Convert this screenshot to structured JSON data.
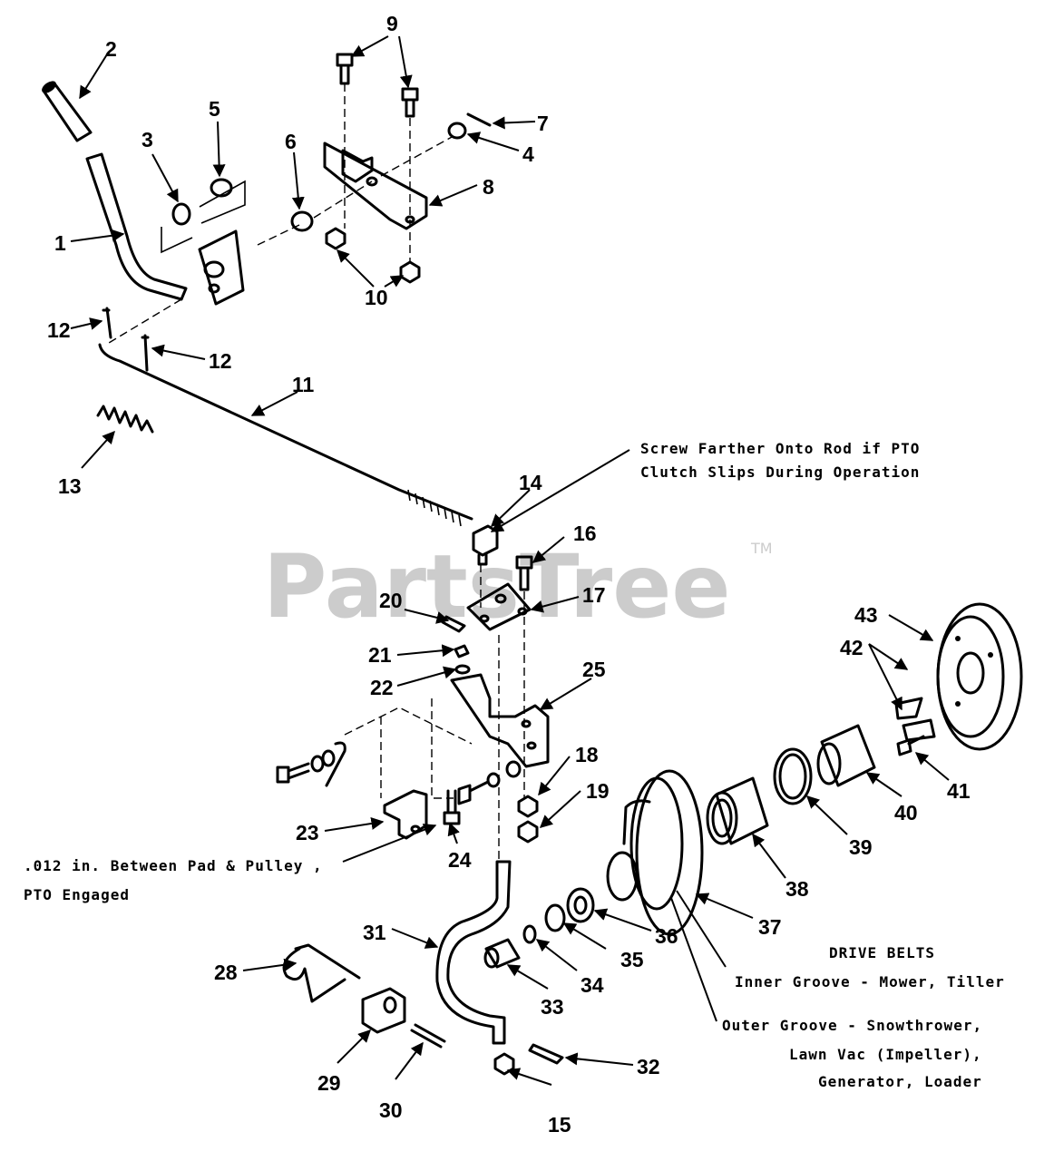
{
  "watermark": {
    "text": "PartsTree",
    "trademark": "TM"
  },
  "callouts": [
    "1",
    "2",
    "3",
    "4",
    "5",
    "6",
    "7",
    "8",
    "9",
    "10",
    "11",
    "12",
    "12",
    "13",
    "14",
    "15",
    "16",
    "17",
    "18",
    "19",
    "20",
    "21",
    "22",
    "23",
    "24",
    "25",
    "28",
    "29",
    "30",
    "31",
    "32",
    "33",
    "34",
    "35",
    "36",
    "37",
    "38",
    "39",
    "40",
    "41",
    "42",
    "43"
  ],
  "notes": {
    "rod_line1": "Screw Farther Onto Rod if PTO",
    "rod_line2": "Clutch Slips During Operation",
    "pad_line1": ".012 in. Between Pad & Pulley ,",
    "pad_line2": "PTO Engaged",
    "belts_title": "DRIVE BELTS",
    "belts_inner": "Inner Groove - Mower, Tiller",
    "belts_outer1": "Outer Groove - Snowthrower,",
    "belts_outer2": "Lawn Vac (Impeller),",
    "belts_outer3": "Generator, Loader"
  }
}
